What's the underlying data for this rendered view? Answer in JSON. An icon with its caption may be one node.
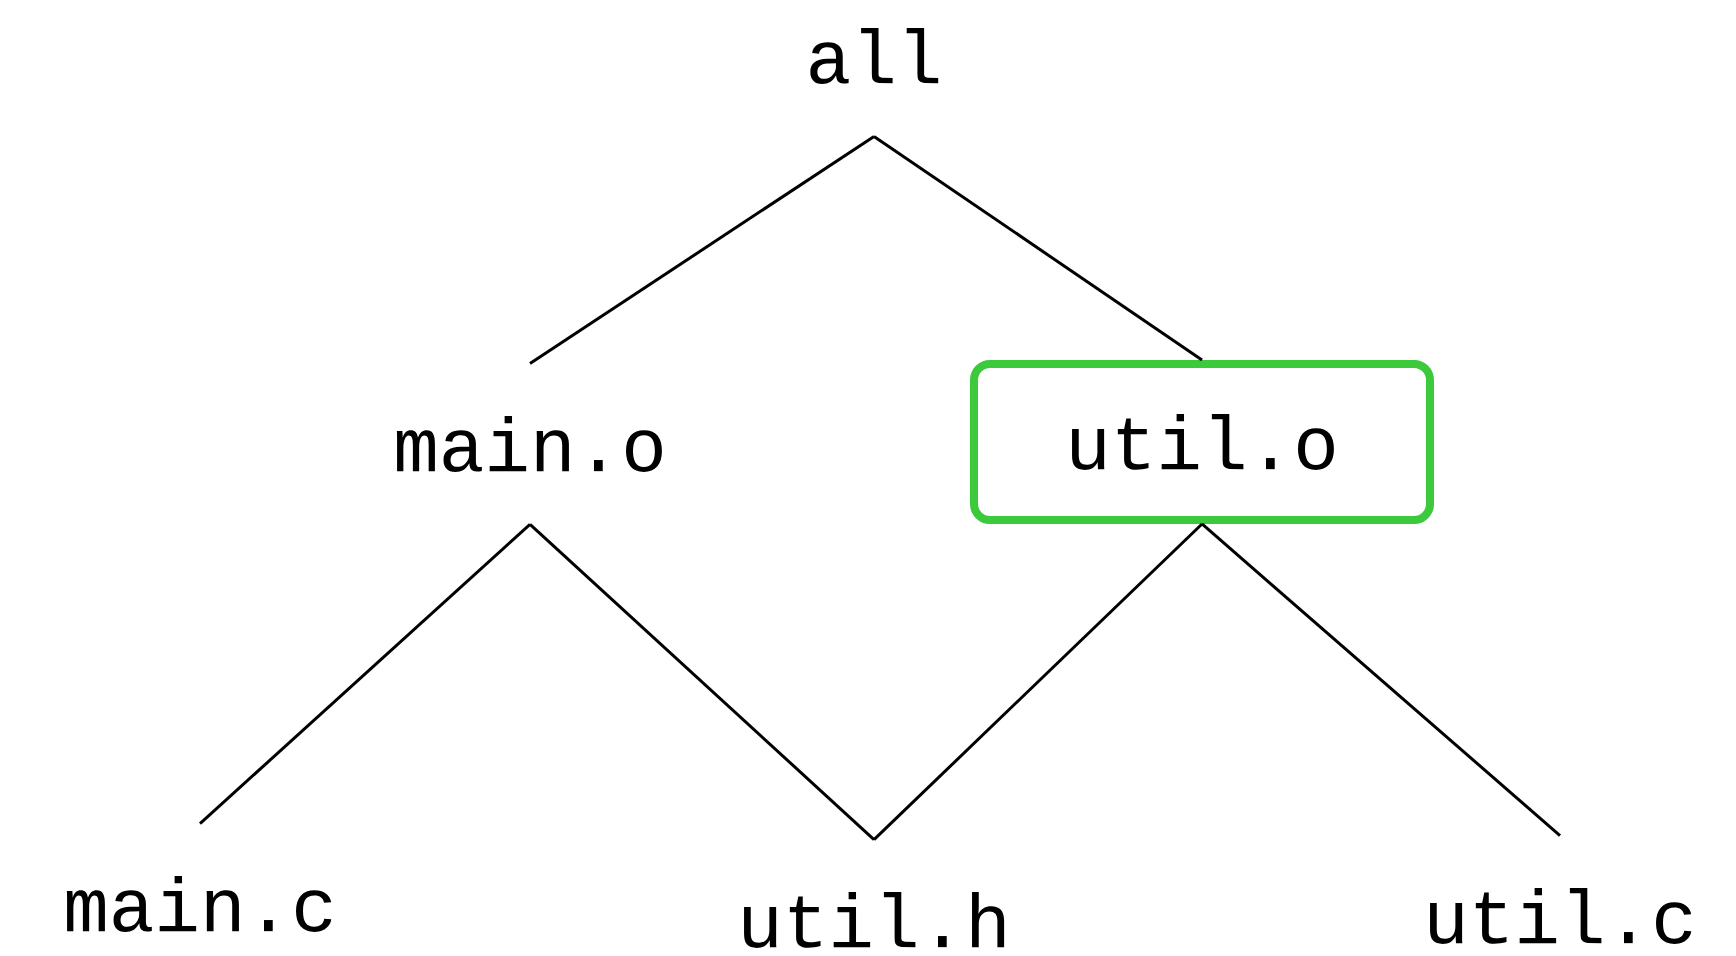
{
  "diagram": {
    "nodes": [
      {
        "text": [
          "all"
        ]
      },
      {
        "text": [
          "main.o"
        ]
      },
      {
        "text": [
          "util.o"
        ]
      },
      {
        "text": [
          "main.c"
        ]
      },
      {
        "text": [
          "util.h"
        ]
      },
      {
        "text": [
          "util.c"
        ]
      }
    ],
    "edges": [
      {
        "from": 0,
        "to": 1,
        "arrow": "none"
      },
      {
        "from": 0,
        "to": 2,
        "arrow": "none"
      },
      {
        "from": 1,
        "to": 3,
        "arrow": "none"
      },
      {
        "from": 1,
        "to": 4,
        "arrow": "none"
      },
      {
        "from": 2,
        "to": 4,
        "arrow": "none"
      },
      {
        "from": 2,
        "to": 5,
        "arrow": "none"
      }
    ]
  }
}
